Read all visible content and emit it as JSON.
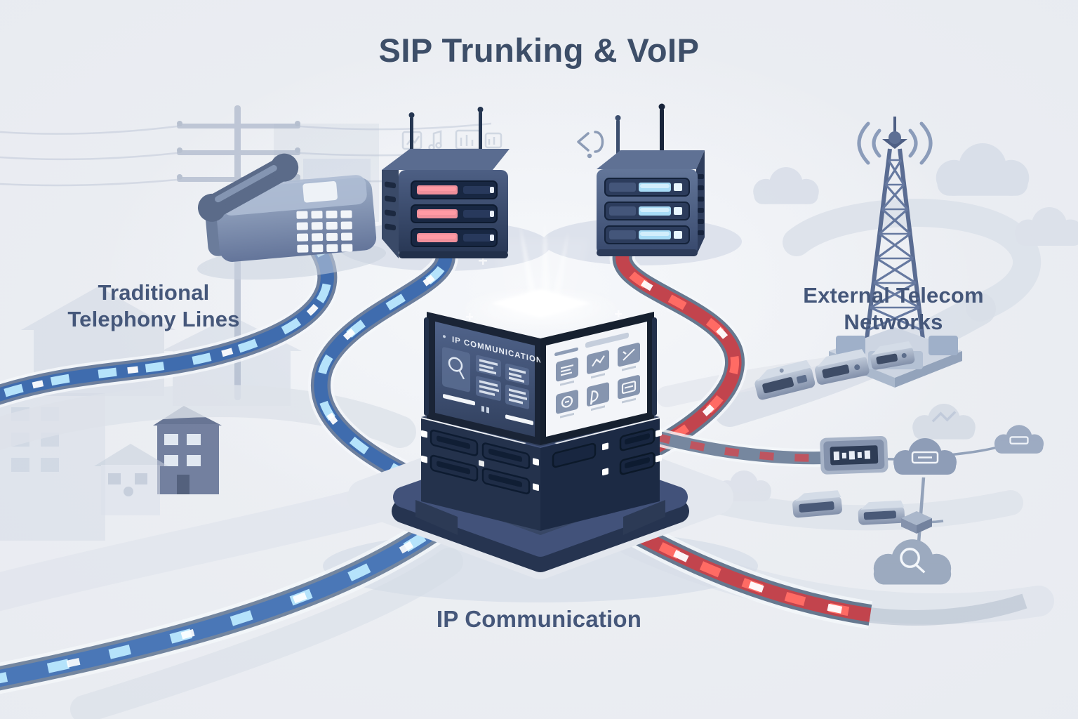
{
  "title": "SIP Trunking & VoIP",
  "labels": {
    "traditional_telephony": "Traditional Telephony Lines",
    "external_networks": "External Telecom Networks",
    "ip_communication": "IP Communication"
  },
  "central_server": {
    "screen_title": "IP COMMUNICATION"
  },
  "colors": {
    "title_text": "#3d4e68",
    "label_text": "#45577a",
    "background": "#edeff3",
    "stream_blue": "#3f6cae",
    "stream_blue_glow": "#b5e3fb",
    "stream_red": "#c2444d",
    "stream_red_glow": "#ff6b64",
    "server_navy": "#2c3a55",
    "led_red": "#f0909b",
    "led_blue": "#a8dcf6",
    "screen_dark": "#46587a",
    "screen_light": "#f3f5f9"
  }
}
